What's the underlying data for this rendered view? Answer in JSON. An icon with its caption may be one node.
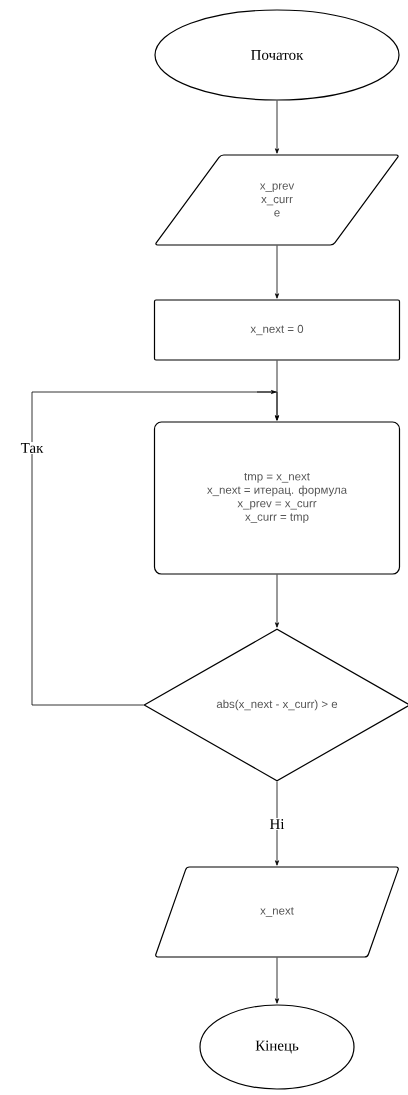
{
  "diagram": {
    "nodes": [
      {
        "text": [
          "Початок"
        ]
      },
      {
        "text": [
          "x_prev",
          "x_curr",
          "e"
        ]
      },
      {
        "text": [
          "x_next = 0"
        ]
      },
      {
        "text": [
          "tmp = x_next",
          "x_next = итерац. формула",
          "x_prev = x_curr",
          "x_curr = tmp"
        ]
      },
      {
        "text": [
          "abs(x_next - x_curr) > e"
        ]
      },
      {
        "text": [
          "x_next"
        ]
      },
      {
        "text": [
          "Кінець"
        ]
      }
    ],
    "edges": [
      {
        "from": 0,
        "to": 1,
        "arrow": "to"
      },
      {
        "from": 1,
        "to": 2,
        "arrow": "to"
      },
      {
        "from": 2,
        "to": 3,
        "arrow": "to"
      },
      {
        "from": 3,
        "to": 4,
        "arrow": "to"
      },
      {
        "from": 4,
        "to": 3,
        "arrow": "to",
        "label": "Так"
      },
      {
        "from": 4,
        "to": 5,
        "arrow": "to",
        "label": "Ні"
      },
      {
        "from": 5,
        "to": 6,
        "arrow": "to"
      }
    ]
  }
}
